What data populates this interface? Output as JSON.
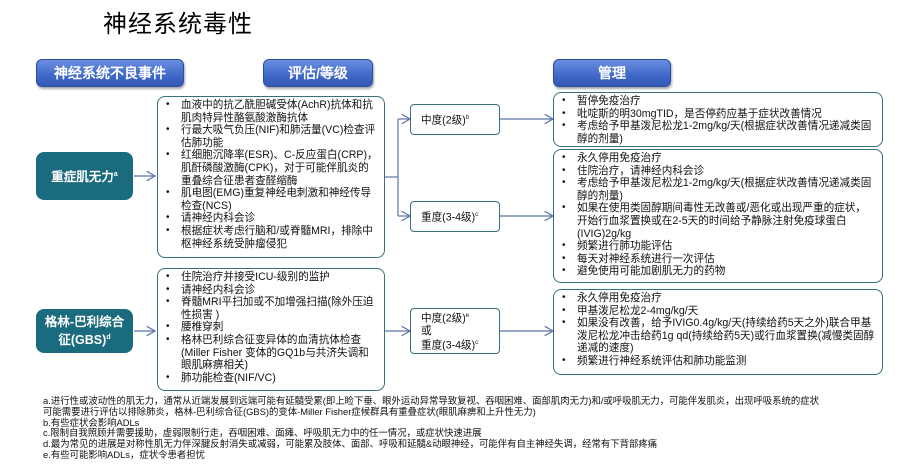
{
  "title": "神经系统毒性",
  "headers": {
    "events": "神经系统不良事件",
    "assessment": "评估/等级",
    "management": "管理"
  },
  "colors": {
    "header_blue": "#4a72d0",
    "event_teal": "#1b6b7f",
    "border": "#3a6f7c",
    "arrow": "#5a74a8"
  },
  "events": [
    {
      "name": "重症肌无力",
      "sup": "a",
      "assessment": [
        "血液中的抗乙酰胆碱受体(AchR)抗体和抗肌肉特异性酪氨酸激酶抗体",
        "行最大吸气负压(NIF)和肺活量(VC)检查评估肺功能",
        "红细胞沉降率(ESR)、C-反应蛋白(CRP)，肌酐磷酸激酶(CPK)，对于可能伴肌炎的重叠综合征患者查醛缩酶",
        "肌电图(EMG)重复神经电刺激和神经传导检查(NCS)",
        "请神经内科会诊",
        "根据症状考虑行脑和/或脊髓MRI，排除中枢神经系统受肿瘤侵犯"
      ],
      "grades": [
        {
          "label": "中度(2级)",
          "sup": "b",
          "management": [
            "暂停免疫治疗",
            "吡啶斯的明30mgTID，是否停药应基于症状改善情况",
            "考虑给予甲基泼尼松龙1-2mg/kg/天(根据症状改善情况递减类固醇的剂量)"
          ]
        },
        {
          "label": "重度(3-4级)",
          "sup": "c",
          "management": [
            "永久停用免疫治疗",
            "住院治疗，请神经内科会诊",
            "考虑给予甲基泼尼松龙1-2mg/kg/天(根据症状改善情况递减类固醇的剂量)",
            "如果在使用类固醇期间毒性无改善或/恶化或出现严重的症状，开始行血浆置换或在2-5天的时间给予静脉注射免疫球蛋白(IVIG)2g/kg",
            "频繁进行肺功能评估",
            "每天对神经系统进行一次评估",
            "避免使用可能加剧肌无力的药物"
          ]
        }
      ]
    },
    {
      "name_line1": "格林-巴利综合",
      "name_line2": "征(GBS)",
      "sup": "d",
      "assessment": [
        "住院治疗并接受ICU-级别的监护",
        "请神经内科会诊",
        "脊髓MRI平扫加或不加增强扫描(除外压迫性损害 )",
        "腰椎穿刺",
        "格林巴利综合征变异体的血清抗体检查(Miller Fisher 变体的GQ1b与共济失调和眼肌麻痹相关)",
        "肺功能检查(NIF/VC)"
      ],
      "grade": {
        "line1": "中度(2级)",
        "sup1": "e",
        "line2": "或",
        "line3": "重度(3-4级)",
        "sup3": "c"
      },
      "management": [
        "永久停用免疫治疗",
        "甲基泼尼松龙2-4mg/kg/天",
        "如果没有改善，给予IVIG0.4g/kg/天(持续给药5天之外)联合甲基泼尼松龙冲击给药1g qd(持续给药5天)或行血浆置换(减慢类固醇递减的速度)",
        "频繁进行神经系统评估和肺功能监测"
      ]
    }
  ],
  "footnotes": [
    "a.进行性或波动性的肌无力，通常从近端发展到远端可能有延髓受累(即上睑下垂、眼外运动异常导致复视、吞咽困难、面部肌肉无力)和/或呼吸肌无力，可能伴发肌炎，出现呼吸系统的症状",
    "可能需要进行评估以排除肺炎，格林-巴利综合征(GBS)的变体-Miller Fisher症候群具有重叠症状(眼肌麻痹和上升性无力)",
    "b.有些症状会影响ADLs",
    "c.限制自我照顾并需要援助，虚弱限制行走，吞咽困难、面瘫、呼吸肌无力中的任一情况，或症状快速进展",
    "d.最为常见的进展是对称性肌无力伴深腱反射消失或减弱，可能累及肢体、面部、呼吸和延髓&动眼神经，可能伴有自主神经失调，经常有下背部疼痛",
    "e.有些可能影响ADLs，症状令患者担忧"
  ]
}
